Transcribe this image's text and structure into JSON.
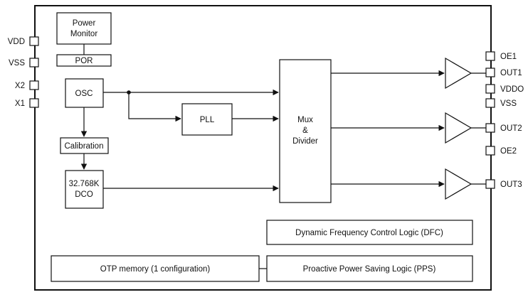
{
  "blocks": {
    "power_monitor": [
      "Power",
      "Monitor"
    ],
    "por": "POR",
    "osc": "OSC",
    "calibration": "Calibration",
    "dco": [
      "32.768K",
      "DCO"
    ],
    "pll": "PLL",
    "mux": [
      "Mux",
      "&",
      "Divider"
    ],
    "dfc": "Dynamic Frequency Control Logic (DFC)",
    "otp": "OTP memory (1 configuration)",
    "pps": "Proactive Power Saving Logic (PPS)"
  },
  "pins_left": [
    "VDD",
    "VSS",
    "X2",
    "X1"
  ],
  "pins_right": [
    "OE1",
    "OUT1",
    "VDDO",
    "VSS",
    "OUT2",
    "OE2",
    "OUT3"
  ],
  "colors": {
    "stroke": "#111111",
    "fill": "#ffffff"
  }
}
